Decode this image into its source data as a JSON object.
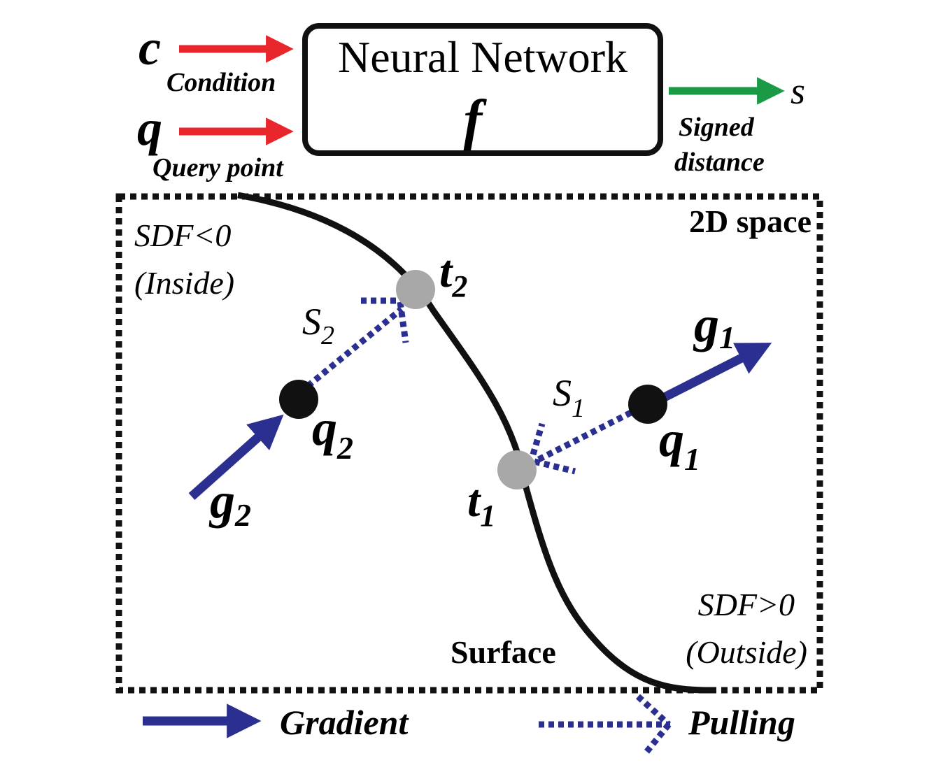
{
  "colors": {
    "input_arrow": "#e8262b",
    "output_arrow": "#1a9a45",
    "gradient": "#2b2f8f",
    "pulling": "#2b2f8f",
    "surface": "#111111",
    "surface_point": "#a8a8a8",
    "query_point": "#111111"
  },
  "inputs": {
    "c_symbol": "c",
    "c_label": "Condition",
    "q_symbol": "q",
    "q_label": "Query point"
  },
  "network": {
    "title": "Neural Network",
    "symbol": "f"
  },
  "output": {
    "symbol": "s",
    "label_line1": "Signed",
    "label_line2": "distance"
  },
  "space": {
    "title": "2D space",
    "inside_line1": "SDF<0",
    "inside_line2": "(Inside)",
    "outside_line1": "SDF>0",
    "outside_line2": "(Outside)",
    "surface_label": "Surface"
  },
  "points": {
    "t1": {
      "base": "t",
      "sub": "1"
    },
    "t2": {
      "base": "t",
      "sub": "2"
    },
    "q1": {
      "base": "q",
      "sub": "1"
    },
    "q2": {
      "base": "q",
      "sub": "2"
    },
    "g1": {
      "base": "g",
      "sub": "1"
    },
    "g2": {
      "base": "g",
      "sub": "2"
    },
    "s1": {
      "base": "S",
      "sub": "1"
    },
    "s2": {
      "base": "S",
      "sub": "2"
    }
  },
  "legend": {
    "gradient": "Gradient",
    "pulling": "Pulling"
  }
}
